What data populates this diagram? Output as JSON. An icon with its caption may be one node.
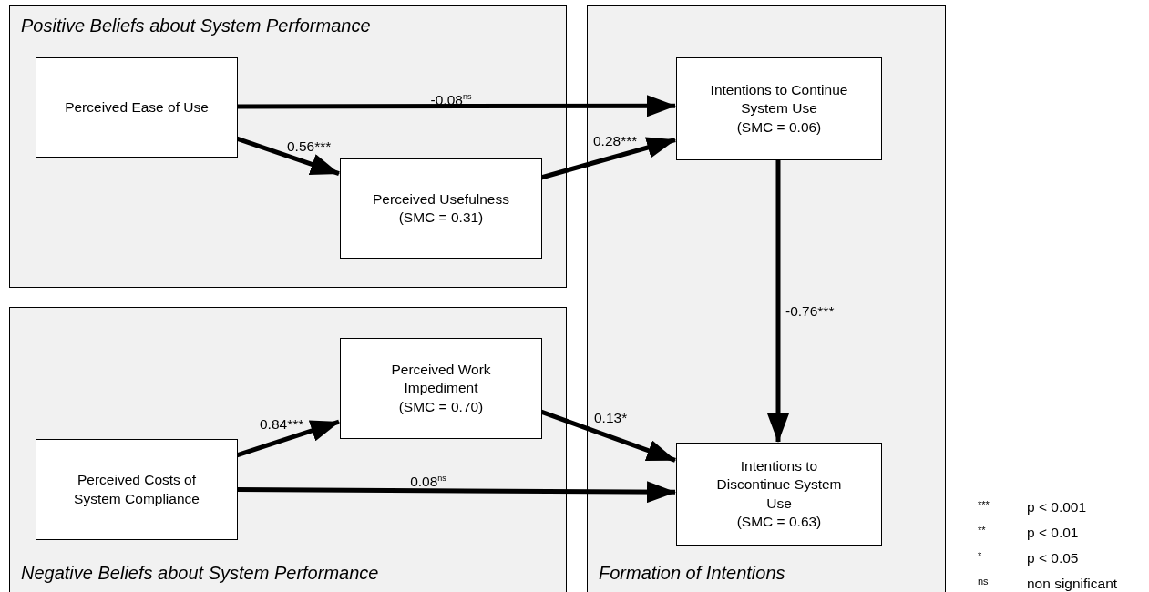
{
  "diagram": {
    "nodes": [
      {
        "text": [
          "Positive Beliefs about System Performance"
        ]
      },
      {
        "text": [
          "Negative Beliefs about System Performance"
        ]
      },
      {
        "text": [
          "Formation of Intentions"
        ]
      },
      {
        "text": [
          "Perceived Ease of Use"
        ],
        "in": 0
      },
      {
        "text": [
          "Perceived Usefulness",
          "(SMC = 0.31)"
        ],
        "in": 0
      },
      {
        "text": [
          "Perceived Work Impediment",
          "(SMC = 0.70)"
        ],
        "in": 1
      },
      {
        "text": [
          "Perceived Costs of System Compliance"
        ],
        "in": 1
      },
      {
        "text": [
          "Intentions to Continue System Use",
          "(SMC = 0.06)"
        ],
        "in": 2
      },
      {
        "text": [
          "Intentions to Discontinue System Use",
          "(SMC = 0.63)"
        ],
        "in": 2
      }
    ],
    "edges": [
      {
        "from": 3,
        "to": 7,
        "arrow": "to",
        "label": "-0.08$^{ns}$"
      },
      {
        "from": 3,
        "to": 4,
        "arrow": "to",
        "label": "0.56***"
      },
      {
        "from": 4,
        "to": 7,
        "arrow": "to",
        "label": "0.28***"
      },
      {
        "from": 7,
        "to": 8,
        "arrow": "to",
        "label": "-0.76***"
      },
      {
        "from": 5,
        "to": 8,
        "arrow": "to",
        "label": "0.13*"
      },
      {
        "from": 6,
        "to": 5,
        "arrow": "to",
        "label": "0.84***"
      },
      {
        "from": 6,
        "to": 8,
        "arrow": "to",
        "label": "0.08$^{ns}$"
      }
    ],
    "labels": [
      "***",
      "p < 0.001",
      "**",
      "p < 0.01",
      "*",
      "p < 0.05",
      "ns",
      "non significant"
    ]
  }
}
